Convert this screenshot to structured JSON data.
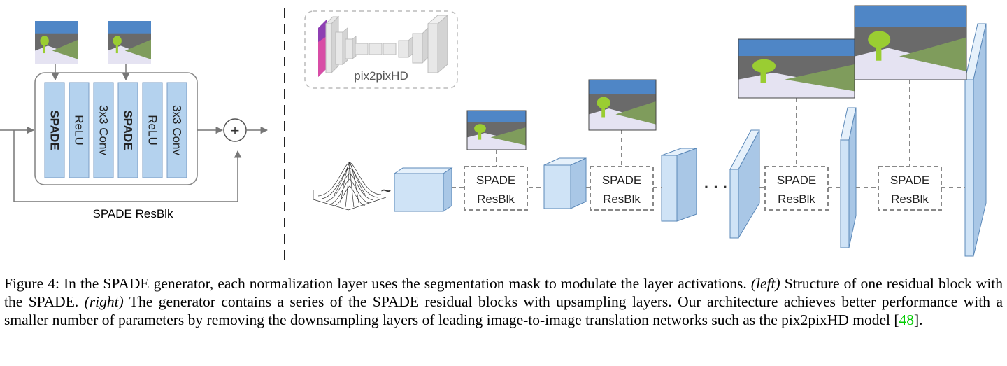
{
  "left": {
    "layers": [
      {
        "label": "SPADE",
        "bold": true
      },
      {
        "label": "ReLU",
        "bold": false
      },
      {
        "label": "3x3 Conv",
        "bold": false
      },
      {
        "label": "SPADE",
        "bold": true
      },
      {
        "label": "ReLU",
        "bold": false
      },
      {
        "label": "3x3 Conv",
        "bold": false
      }
    ],
    "block_label": "SPADE ResBlk",
    "sum_symbol": "+"
  },
  "right": {
    "inset_label": "pix2pixHD",
    "noise_symbol": "~",
    "ellipsis": "· · ·",
    "resblk_line1": "SPADE",
    "resblk_line2": "ResBlk"
  },
  "colors": {
    "layer_fill": "#b4d2ee",
    "layer_stroke": "#7a9cc4",
    "feature_front": "#cfe3f6",
    "feature_side": "#a9c7e6",
    "feature_top": "#e6f1fb",
    "sky": "#4f86c6",
    "ground_dark": "#6a6a6a",
    "ground_green": "#7f9c5c",
    "ground_light": "#e5e3f2",
    "tree": "#9acd32",
    "citation": "#00cc00"
  },
  "caption": {
    "p1": "Figure 4: In the SPADE generator, each normalization layer uses the segmentation mask to modulate the layer activations.",
    "left_tag": "(left)",
    "p2": " Structure of one residual block with the SPADE. ",
    "right_tag": "(right)",
    "p3": " The generator contains a series of the SPADE residual blocks with upsampling layers. Our architecture achieves better performance with a smaller number of parameters by removing the downsampling layers of leading image-to-image translation networks such as the pix2pixHD model [",
    "ref": "48",
    "p4": "]."
  }
}
